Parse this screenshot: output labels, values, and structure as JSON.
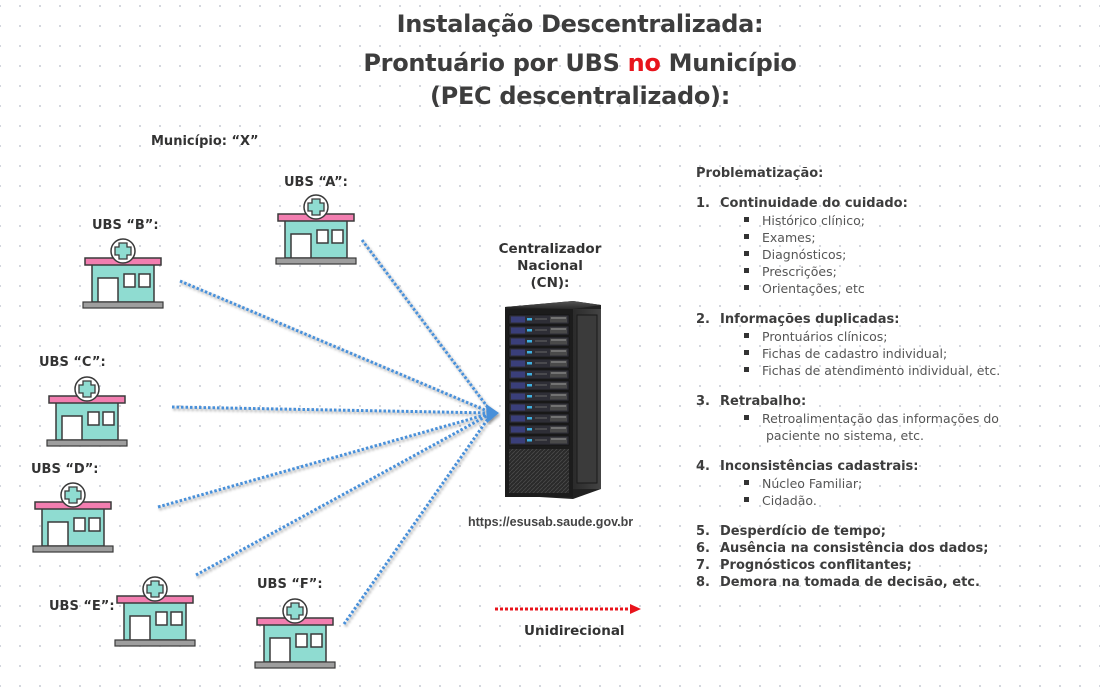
{
  "title": {
    "line1": "Instalação Descentralizada:",
    "line2_pre": "Prontuário por UBS ",
    "line2_highlight": "no",
    "line2_post": " Município",
    "line3": "(PEC descentralizado):",
    "highlight_color": "#e8141c"
  },
  "municipio_label": "Município: “X”",
  "ubs": [
    {
      "id": "A",
      "label": "UBS “A”:"
    },
    {
      "id": "B",
      "label": "UBS “B”:"
    },
    {
      "id": "C",
      "label": "UBS “C”:"
    },
    {
      "id": "D",
      "label": "UBS “D”:"
    },
    {
      "id": "E",
      "label": "UBS “E”:"
    },
    {
      "id": "F",
      "label": "UBS “F”:"
    }
  ],
  "centralizer": {
    "line1": "Centralizador",
    "line2": "Nacional",
    "line3": "(CN):",
    "url": "https://esusab.saude.gov.br"
  },
  "legend": {
    "label": "Unidirecional",
    "arrow_color": "#e8141c"
  },
  "connection_color": "#4a90d9",
  "building_colors": {
    "body": "#8fdcd1",
    "roof": "#f27eb0",
    "base": "#9e9e9e",
    "outline": "#3a3a3a"
  },
  "problems": {
    "heading": "Problematização:",
    "items": [
      {
        "number": "1.",
        "title": "Continuidade do cuidado:",
        "subitems": [
          "Histórico clínico;",
          "Exames;",
          "Diagnósticos;",
          "Prescrições;",
          "Orientações, etc"
        ]
      },
      {
        "number": "2.",
        "title": "Informações duplicadas:",
        "subitems": [
          "Prontuários clínicos;",
          "Fichas de cadastro individual;",
          "Fichas de atendimento individual, etc."
        ]
      },
      {
        "number": "3.",
        "title": "Retrabalho:",
        "subitems": [
          "Retroalimentação das informações do",
          "paciente no sistema, etc."
        ]
      },
      {
        "number": "4.",
        "title": "Inconsistências cadastrais:",
        "subitems": [
          "Núcleo Familiar;",
          "Cidadão."
        ]
      },
      {
        "number": "5.",
        "title": "Desperdício de tempo;",
        "subitems": []
      },
      {
        "number": "6.",
        "title": "Ausência na consistência dos dados;",
        "subitems": []
      },
      {
        "number": "7.",
        "title": "Prognósticos conflitantes;",
        "subitems": []
      },
      {
        "number": "8.",
        "title": "Demora na tomada de decisão, etc.",
        "subitems": []
      }
    ]
  }
}
